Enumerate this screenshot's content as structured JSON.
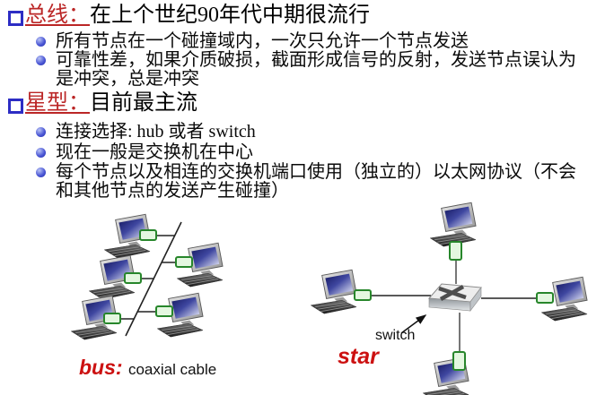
{
  "slide": {
    "heading1": {
      "prefix": "总线：",
      "text": "在上个世纪90年代中期很流行"
    },
    "bullets1": {
      "item1": "所有节点在一个碰撞域内，一次只允许一个节点发送",
      "item2_line1": "可靠性差，如果介质破损，截面形成信号的反射，发送节点误认为",
      "item2_line2": "是冲突，总是冲突"
    },
    "heading2": {
      "prefix": "星型：",
      "text": "目前最主流"
    },
    "bullets2": {
      "item1": "连接选择: hub 或者 switch",
      "item2": "现在一般是交换机在中心",
      "item3_line1": "每个节点以及相连的交换机端口使用（独立的）以太网协议（不会",
      "item3_line2": "和其他节点的发送产生碰撞）"
    }
  },
  "bus_diagram": {
    "label_emphasis": "bus:",
    "label_text": "coaxial cable",
    "computer_count": 5
  },
  "star_diagram": {
    "label": "star",
    "switch_label": "switch",
    "computer_count": 4
  },
  "colors": {
    "heading_red": "#bb2626",
    "label_red": "#cc1111",
    "bullet_blue": "#2d2dc4",
    "nic_green": "#27862b",
    "screen_navy": "#14175e"
  }
}
